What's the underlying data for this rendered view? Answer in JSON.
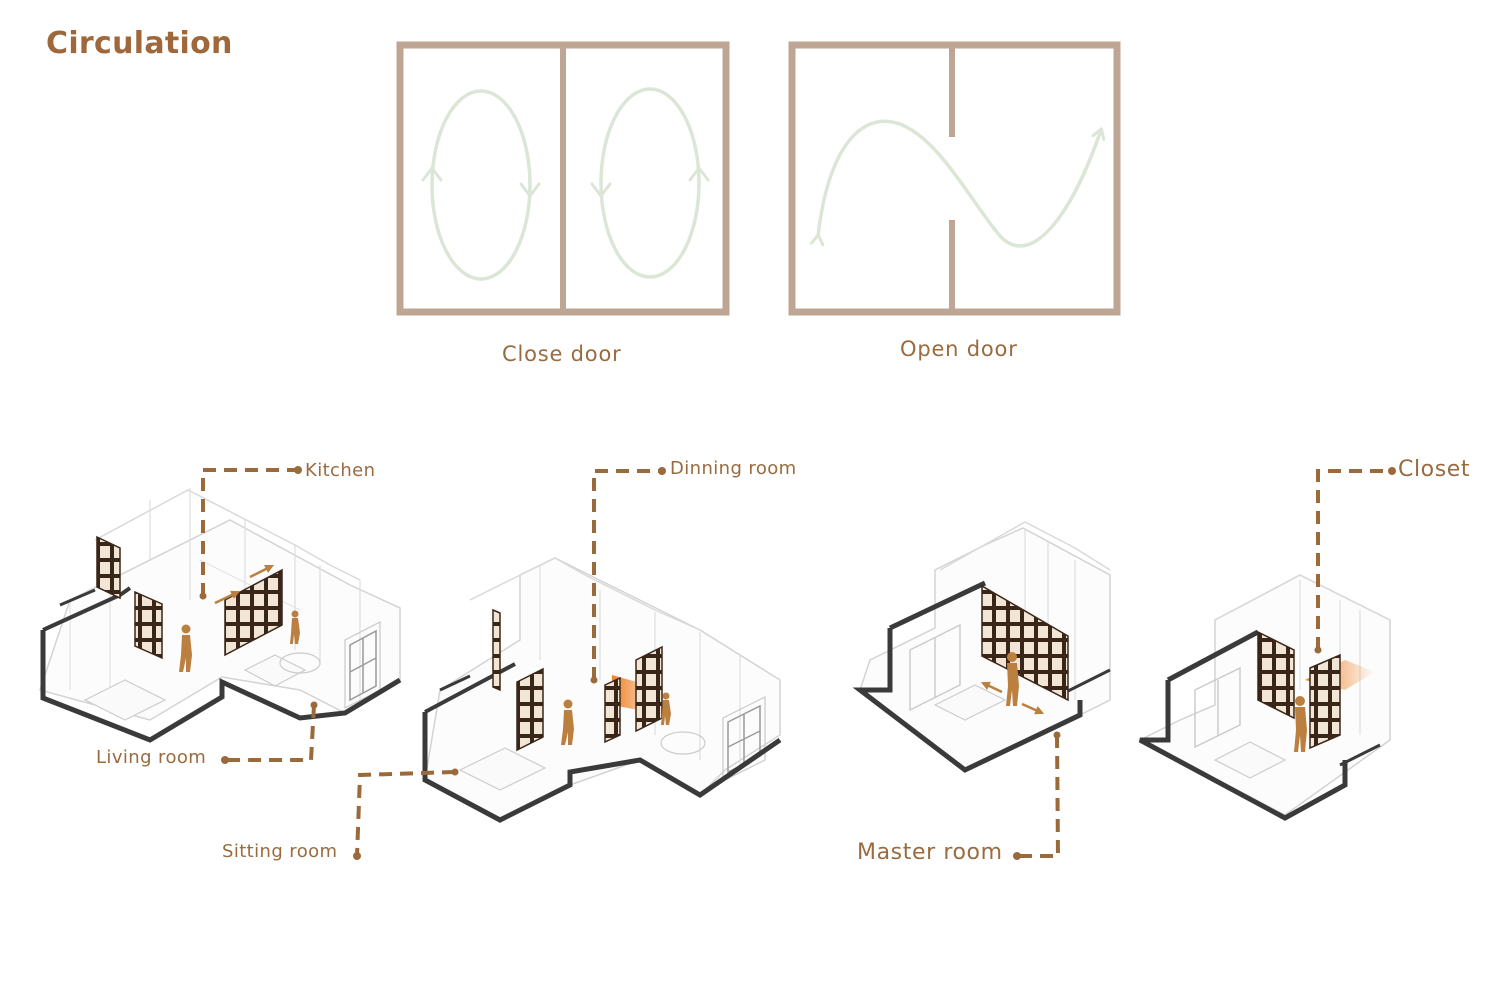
{
  "title": "Circulation",
  "colors": {
    "title": "#a0683a",
    "text": "#9a6b3e",
    "wall_plan": "#bfa593",
    "flow": "#dbe6d6",
    "leader": "#9b6a3b",
    "wall_dark": "#3a3a3a",
    "outline": "#cfcfcf",
    "panel_frame": "#3a2618",
    "panel_fill": "#f1e6d6",
    "figure": "#bb7f3f",
    "heat": "#ef7a1a"
  },
  "diagrams": [
    {
      "id": "close",
      "caption": "Close door"
    },
    {
      "id": "open",
      "caption": "Open door"
    }
  ],
  "labels": {
    "kitchen": "Kitchen",
    "dinning": "Dinning room",
    "closet": "Closet",
    "living": "Living room",
    "sitting": "Sitting room",
    "master": "Master room"
  }
}
